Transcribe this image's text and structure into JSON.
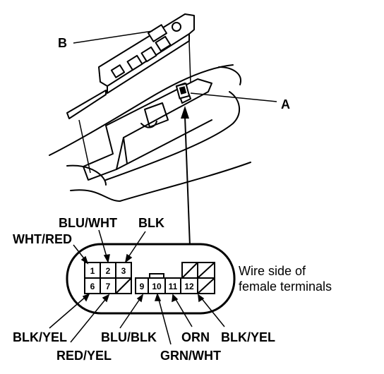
{
  "callouts": {
    "a": "A",
    "b": "B"
  },
  "connector": {
    "note_line1": "Wire side of",
    "note_line2": "female terminals",
    "pins": [
      "1",
      "2",
      "3",
      "6",
      "7",
      "9",
      "10",
      "11",
      "12"
    ]
  },
  "wires": {
    "blu_wht": "BLU/WHT",
    "blk": "BLK",
    "wht_red": "WHT/RED",
    "blk_yel_left": "BLK/YEL",
    "red_yel": "RED/YEL",
    "blu_blk": "BLU/BLK",
    "grn_wht": "GRN/WHT",
    "orn": "ORN",
    "blk_yel_right": "BLK/YEL"
  }
}
